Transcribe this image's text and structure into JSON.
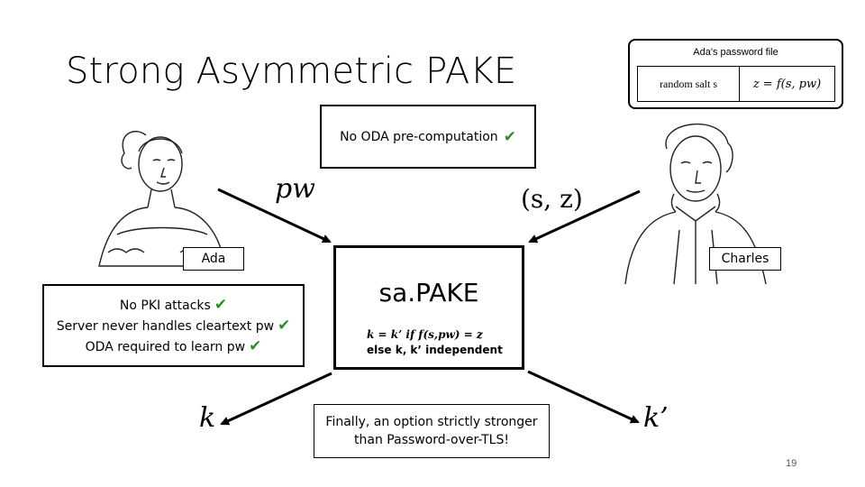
{
  "slide": {
    "title": "Strong Asymmetric PAKE",
    "page_number": "19"
  },
  "password_file": {
    "title": "Ada's password file",
    "salt_cell": "random salt s",
    "z_cell": "z = f(s, pw)"
  },
  "oda_box": {
    "text": "No ODA pre-computation",
    "check": "✔"
  },
  "labels": {
    "pw": "pw",
    "sz": "(s, z)",
    "k": "k",
    "k_prime": "k’",
    "ada": "Ada",
    "charles": "Charles"
  },
  "center_box": {
    "title": "sa.PAKE",
    "line1": "k = k’ if f(s,pw) = z",
    "line2": "else k, k’ independent"
  },
  "properties": {
    "line1": "No PKI attacks",
    "line2": "Server never handles cleartext pw",
    "line3": "ODA required to learn pw",
    "check": "✔"
  },
  "final_box": {
    "line1": "Finally, an option strictly stronger",
    "line2": "than Password-over-TLS!"
  }
}
